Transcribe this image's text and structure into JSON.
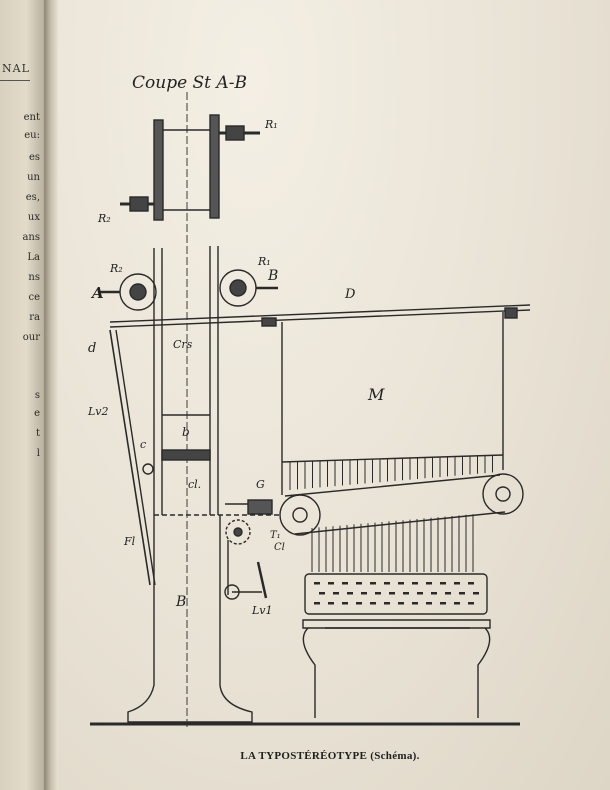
{
  "left_page": {
    "header": "NAL",
    "fragments": [
      "ent",
      "eu:",
      "es",
      "un",
      "es,",
      "ux",
      "ans",
      "La",
      "ns",
      "ce",
      "ra",
      "our",
      "s",
      "e",
      "t",
      "l"
    ]
  },
  "figure": {
    "title": "Coupe St A-B",
    "labels": {
      "R1_top": "R₁",
      "R2_top": "R₂",
      "R2": "R₂",
      "R1": "R₁",
      "A": "A",
      "B_right": "B",
      "D": "D",
      "d": "d",
      "Crs": "Crs",
      "M": "M",
      "Lv2": "Lv2",
      "c_left": "c",
      "b": "b",
      "G": "G",
      "cl": "cl.",
      "Fl": "Fl",
      "T1": "T₁",
      "Cl2": "Cl",
      "B": "B",
      "Lv1": "Lv1"
    }
  },
  "caption": "LA TYPOSTÉRÉOTYPE (Schéma)."
}
